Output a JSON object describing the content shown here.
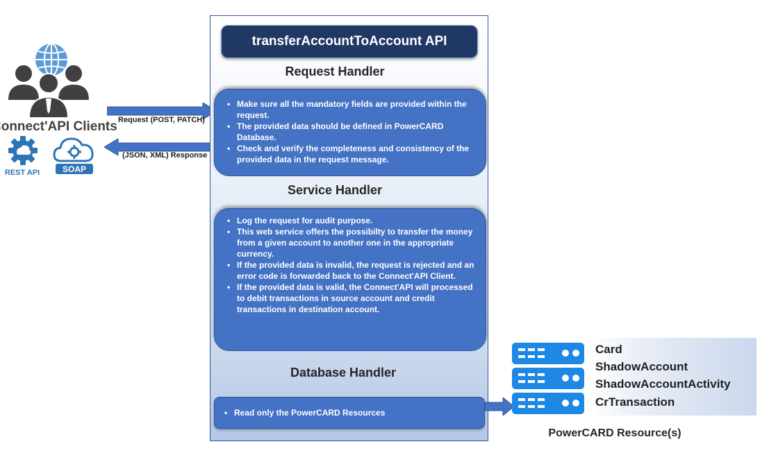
{
  "clients": {
    "label": "Connect'API Clients",
    "rest_label": "REST API",
    "soap_label": "SOAP"
  },
  "arrows": {
    "request_label": "Request (POST, PATCH)",
    "response_label": "(JSON, XML) Response"
  },
  "api": {
    "title": "transferAccountToAccount API"
  },
  "request_handler": {
    "title": "Request Handler",
    "bullets": [
      "Make sure all the mandatory fields are provided within the request.",
      "The provided data should be defined in PowerCARD Database.",
      "Check and verify the completeness and consistency of the provided data in the request message."
    ]
  },
  "service_handler": {
    "title": "Service Handler",
    "bullets": [
      "Log the request for audit purpose.",
      "This web service offers the possibilty to transfer the money from a given account to another one in the appropriate currency.",
      "If the provided data is invalid, the request is rejected and an error code is forwarded back to the Connect'API Client.",
      "If the provided data is valid, the Connect'API will processed to debit transactions in source account and credit transactions in destination account."
    ]
  },
  "database_handler": {
    "title": "Database Handler",
    "bullets": [
      "Read only the PowerCARD Resources"
    ]
  },
  "resources": {
    "items": [
      "Card",
      "ShadowAccount",
      "ShadowAccountActivity",
      "CrTransaction"
    ],
    "caption": "PowerCARD Resource(s)"
  },
  "colors": {
    "box_blue": "#4472c4",
    "title_navy": "#1f3864",
    "arrow_blue": "#4472c4",
    "server_blue": "#1e88e5",
    "globe_blue": "#5b9bd5",
    "people_gray": "#404040"
  },
  "icons": [
    "globe-icon",
    "users-icon",
    "rest-api-gear-icon",
    "soap-cloud-icon",
    "server-stack-icon"
  ]
}
